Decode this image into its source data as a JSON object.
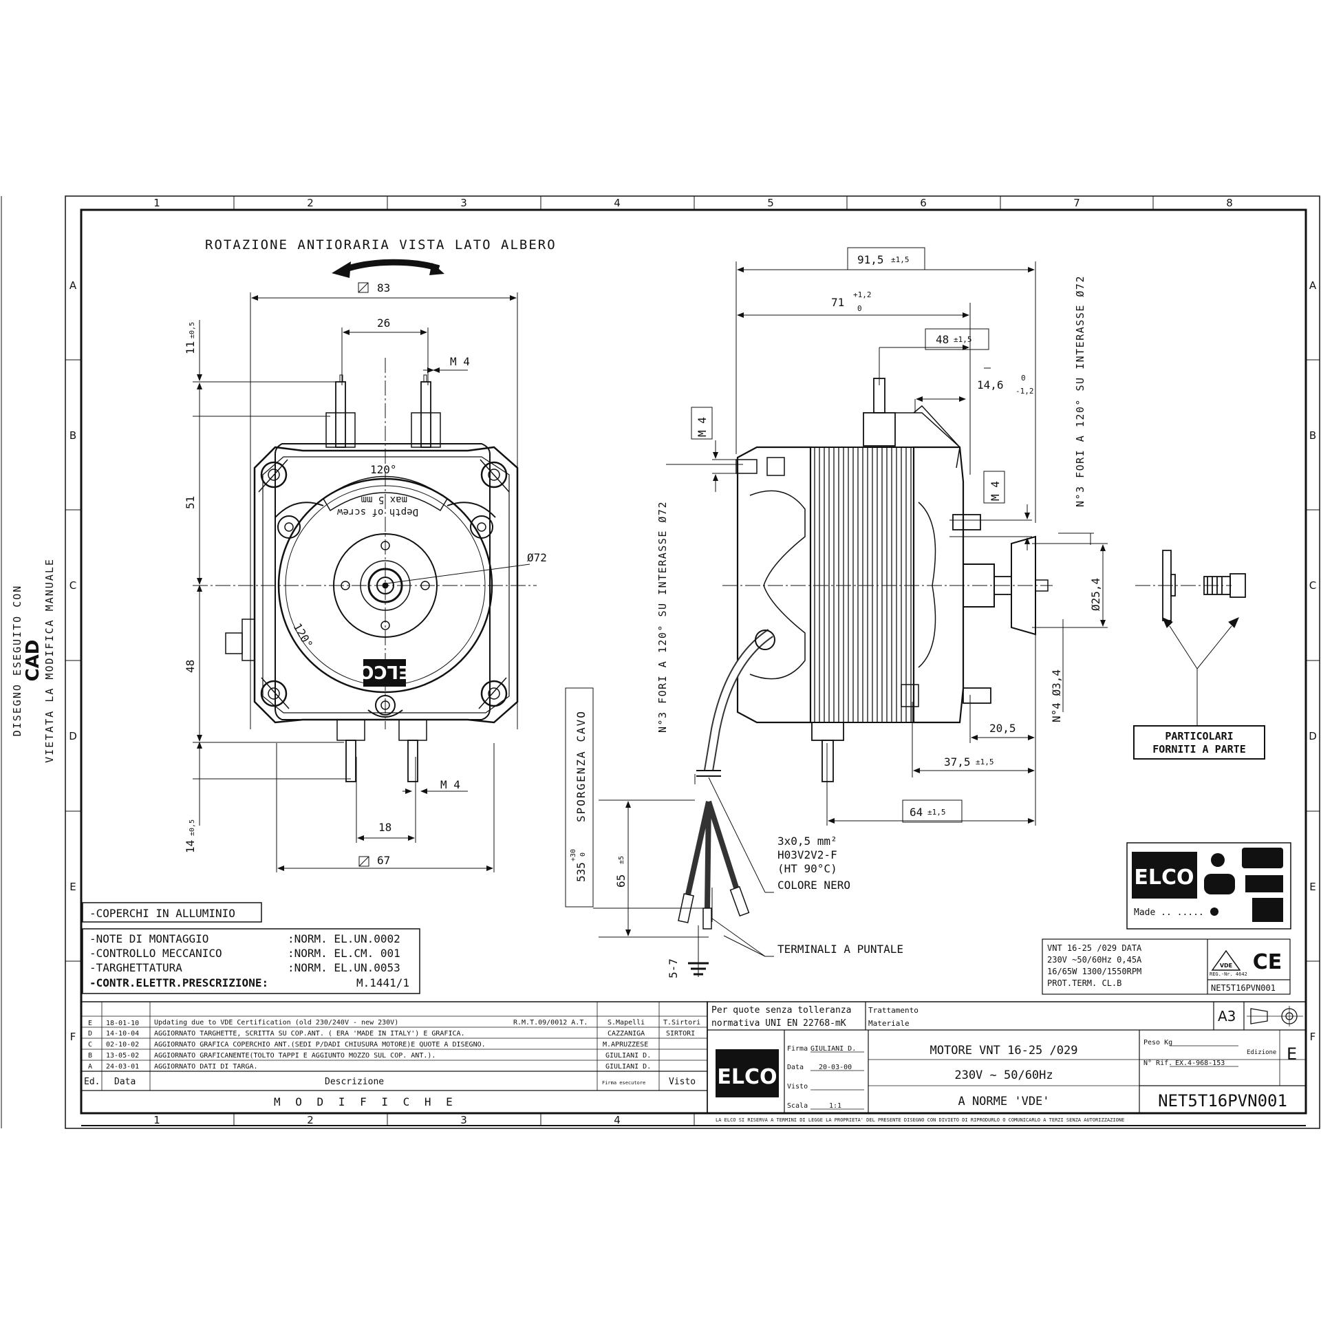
{
  "frame": {
    "columns": [
      "1",
      "2",
      "3",
      "4",
      "5",
      "6",
      "7",
      "8"
    ],
    "rows": [
      "A",
      "B",
      "C",
      "D",
      "E",
      "F"
    ]
  },
  "side_notes": {
    "line1": "DISEGNO ESEGUITO CON",
    "line2": "CAD",
    "line3": "VIETATA LA MODIFICA MANUALE"
  },
  "front_view": {
    "title": "ROTAZIONE ANTIORARIA VISTA LATO ALBERO",
    "dim_83": "83",
    "dim_26": "26",
    "dim_m4_top": "M 4",
    "dim_11": "11",
    "dim_11_tol": "±0,5",
    "dim_51": "51",
    "dim_48": "48",
    "dim_14": "14",
    "dim_14_tol": "±0,5",
    "dim_120_top": "120°",
    "dim_120_left": "120°",
    "depth_line1": "Depth of screw",
    "depth_line2": "max 5 mm",
    "dim_d72": "Ø72",
    "dim_m4_bottom": "M 4",
    "dim_18": "18",
    "dim_67": "67",
    "logo": "ELCO"
  },
  "side_view": {
    "dim_91": "91,5",
    "dim_91_tol": "±1,5",
    "dim_71": "71",
    "dim_71_tol_up": "+1,2",
    "dim_71_tol_dn": "0",
    "dim_48": "48",
    "dim_48_tol": "±1,5",
    "dim_14_6": "14,6",
    "dim_14_6_tol_up": "0",
    "dim_14_6_tol_dn": "-1,2",
    "dim_m4_left": "M 4",
    "dim_m4_right": "M 4",
    "holes_left": "N°3 FORI A 120° SU INTERASSE Ø72",
    "holes_right": "N°3 FORI A 120° SU INTERASSE Ø72",
    "dim_25_4": "Ø25,4",
    "dim_3_4": "N°4 Ø3,4",
    "dim_20_5": "20,5",
    "dim_37_5": "37,5",
    "dim_37_5_tol": "±1,5",
    "dim_64": "64",
    "dim_64_tol": "±1,5",
    "cable_label": "SPORGENZA CAVO",
    "dim_535": "535",
    "dim_535_tol_up": "+30",
    "dim_535_tol_dn": "0",
    "dim_65": "65",
    "dim_65_tol": "±5",
    "dim_5_7": "5-7",
    "wire_1": "3x0,5 mm²",
    "wire_2": "H03V2V2-F",
    "wire_3": "(HT 90°C)",
    "wire_4": "COLORE NERO",
    "terminals": "TERMINALI A PUNTALE",
    "parts_1": "PARTICOLARI",
    "parts_2": "FORNITI A PARTE"
  },
  "covers_note": "-COPERCHI IN ALLUMINIO",
  "notes": [
    {
      "label": "-NOTE DI MONTAGGIO",
      "value": ":NORM. EL.UN.0002"
    },
    {
      "label": "-CONTROLLO MECCANICO",
      "value": ":NORM. EL.CM. 001"
    },
    {
      "label": "-TARGHETTATURA",
      "value": ":NORM. EL.UN.0053"
    },
    {
      "label": "-CONTR.ELETTR.PRESCRIZIONE:",
      "value": "M.1441/1"
    }
  ],
  "brand_box": {
    "logo": "ELCO",
    "made": "Made .. ....."
  },
  "nameplate": {
    "line1": "VNT 16-25   /029    DATA",
    "line2": "230V ~50/60Hz   0,45A",
    "line3": "16/65W  1300/1550RPM",
    "line4": "PROT.TERM.  CL.B",
    "reg": "REG.-Nr. 4642",
    "code": "NET5T16PVN001",
    "ce": "CE",
    "vde": "VDE"
  },
  "revisions": [
    {
      "ed": "E",
      "date": "18-01-10",
      "desc": "Updating due to VDE Certification (old 230/240V - new 230V)",
      "ref": "R.M.T.09/0012 A.T.",
      "firma": "S.Mapelli",
      "visto": "T.Sirtori"
    },
    {
      "ed": "D",
      "date": "14-10-04",
      "desc": "AGGIORNATO TARGHETTE, SCRITTA SU COP.ANT. ( ERA 'MADE IN ITALY') E GRAFICA.",
      "ref": "",
      "firma": "CAZZANIGA",
      "visto": "SIRTORI"
    },
    {
      "ed": "C",
      "date": "02-10-02",
      "desc": "AGGIORNATO GRAFICA COPERCHIO ANT.(SEDI P/DADI CHIUSURA MOTORE)E QUOTE A DISEGNO.",
      "ref": "",
      "firma": "M.APRUZZESE",
      "visto": ""
    },
    {
      "ed": "B",
      "date": "13-05-02",
      "desc": "AGGIORNATO GRAFICANENTE(TOLTO TAPPI E AGGIUNTO MOZZO SUL COP. ANT.).",
      "ref": "",
      "firma": "GIULIANI D.",
      "visto": ""
    },
    {
      "ed": "A",
      "date": "24-03-01",
      "desc": "AGGIORNATO DATI DI TARGA.",
      "ref": "",
      "firma": "GIULIANI D.",
      "visto": ""
    }
  ],
  "rev_headers": {
    "ed": "Ed.",
    "date": "Data",
    "desc": "Descrizione",
    "firma": "Firma esecutore",
    "visto": "Visto"
  },
  "modifiche": "M O D I F I C H E",
  "title_block": {
    "tolerance_1": "Per quote senza tolleranza",
    "tolerance_2": "normativa UNI EN 22768-mK",
    "trattamento": "Trattamento",
    "materiale": "Materiale",
    "format": "A3",
    "firma_label": "Firma",
    "firma_value": "GIULIANI D.",
    "data_label": "Data",
    "data_value": "20-03-00",
    "visto_label": "Visto",
    "scala_label": "Scala",
    "scala_value": "1:1",
    "logo": "ELCO",
    "title_1": "MOTORE VNT 16-25 /029",
    "title_2": "230V ~  50/60Hz",
    "title_3": "A NORME 'VDE'",
    "peso_label": "Peso Kg",
    "rif_label": "N° Rif.",
    "rif_value": "EX.4-968-153",
    "edizione_label": "Edizione",
    "edizione_value": "E",
    "drawing_no": "NET5T16PVN001"
  },
  "footer_notice": "LA ELCO SI RISERVA A TERMINI DI LEGGE LA PROPRIETA' DEL PRESENTE DISEGNO CON DIVIETO DI RIPRODURLO O COMUNICARLO A TERZI SENZA AUTORIZZAZIONE"
}
